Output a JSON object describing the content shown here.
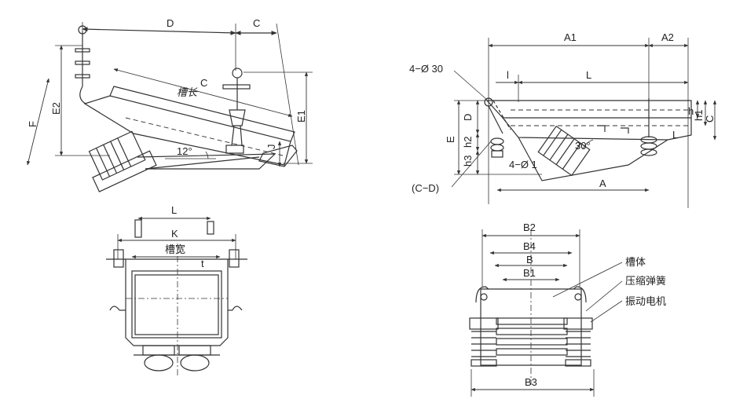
{
  "views": {
    "side_inclined": {
      "labels": [
        "D",
        "C",
        "C",
        "槽长",
        "E2",
        "F",
        "E1",
        "J",
        "12°"
      ]
    },
    "side_suspended": {
      "labels": [
        "A1",
        "A2",
        "4−Ø 30",
        "l",
        "L",
        "D",
        "E",
        "h2",
        "h3",
        "4−Ø 1",
        "(C−D)",
        "30°",
        "A",
        "h",
        "h1",
        "C",
        "L"
      ]
    },
    "end_front": {
      "labels": [
        "L",
        "K",
        "槽宽",
        "t"
      ]
    },
    "end_rear": {
      "labels": [
        "B2",
        "B4",
        "B",
        "B1",
        "B3"
      ],
      "callouts": [
        "槽体",
        "压缩弹簧",
        "振动电机"
      ]
    }
  },
  "colors": {
    "line": "#333333",
    "paper": "#ffffff"
  }
}
